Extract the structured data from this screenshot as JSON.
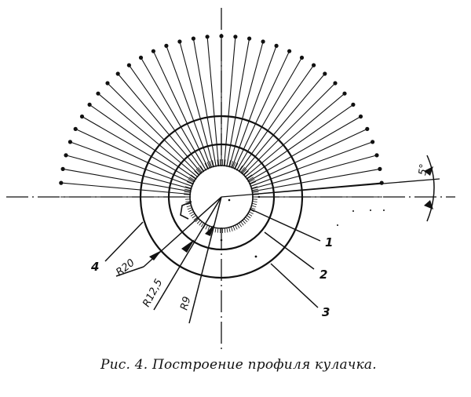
{
  "labels": {
    "part1": "1",
    "part2": "2",
    "part3": "3",
    "part4": "4",
    "angle": "5°",
    "r20": "R20",
    "r12_5": "R12,5",
    "r9": "R9"
  },
  "caption": "Рис. 4.  Построение профиля кулачка.",
  "colors": {
    "ink": "#111111",
    "paper": "#ffffff"
  },
  "ray_step_deg": 5
}
